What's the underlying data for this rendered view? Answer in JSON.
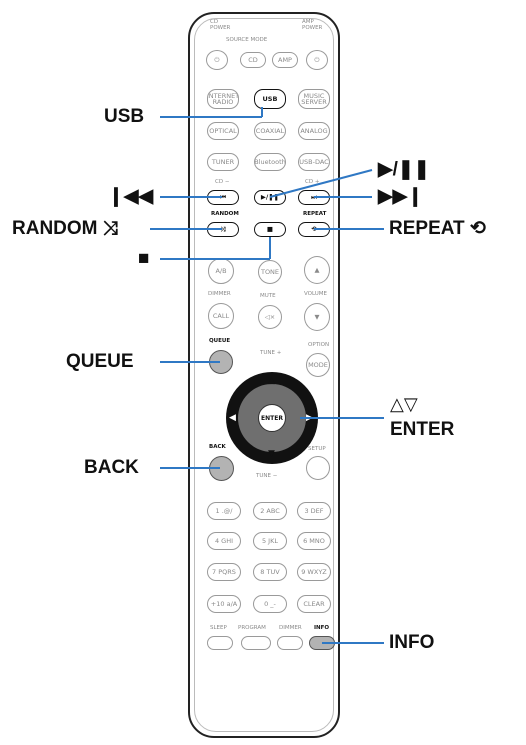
{
  "remote": {
    "top_labels": {
      "cd_power": "CD\nPOWER",
      "source_mode": "SOURCE MODE",
      "amp_power": "AMP\nPOWER"
    },
    "buttons": {
      "power_left": "⏻",
      "cd": "CD",
      "amp": "AMP",
      "power_right": "⏻",
      "internet_radio": "INTERNET\nRADIO",
      "usb": "USB",
      "music_server": "MUSIC\nSERVER",
      "optical": "OPTICAL",
      "coaxial": "COAXIAL",
      "analog": "ANALOG",
      "tuner": "TUNER",
      "bluetooth": "Bluetooth",
      "usb_dac": "USB-DAC",
      "prev": "⏮",
      "play_pause": "▶/❚❚",
      "next": "⏭",
      "random": "⤨",
      "stop": "■",
      "repeat": "⟲",
      "ab": "A/B",
      "tone": "TONE",
      "vol_up": "▲",
      "call": "CALL",
      "mute": "◁×",
      "vol_down": "▼",
      "queue": "",
      "mode": "MODE",
      "back": "",
      "enter": "ENTER",
      "n1": "1 .@/",
      "n2": "2 ABC",
      "n3": "3 DEF",
      "n4": "4 GHI",
      "n5": "5 JKL",
      "n6": "6 MNO",
      "n7": "7 PQRS",
      "n8": "8 TUV",
      "n9": "9 WXYZ",
      "n10": "+10 a/A",
      "n0": "0 _-",
      "clear": "CLEAR",
      "sleep": "",
      "program": "",
      "dimmer": "",
      "info": ""
    },
    "small_labels": {
      "cd_minus": "CD −",
      "cd_plus": "CD +",
      "random": "RANDOM",
      "repeat": "REPEAT",
      "dimmer_lbl": "DIMMER",
      "mute_lbl": "MUTE",
      "volume": "VOLUME",
      "queue": "QUEUE",
      "tune_plus": "TUNE +",
      "option": "OPTION",
      "back": "BACK",
      "setup": "SETUP",
      "tune_minus": "TUNE −",
      "sleep": "SLEEP",
      "program": "PROGRAM",
      "dimmer": "DIMMER",
      "info": "INFO"
    }
  },
  "callouts": {
    "usb": "USB",
    "play_pause": "▶/❚❚",
    "prev": "❙◀◀",
    "next": "▶▶❙",
    "random": "RANDOM ⤨",
    "repeat": "REPEAT ⟲",
    "stop": "■",
    "queue": "QUEUE",
    "cursor": "△▽",
    "enter": "ENTER",
    "back": "BACK",
    "info": "INFO"
  }
}
